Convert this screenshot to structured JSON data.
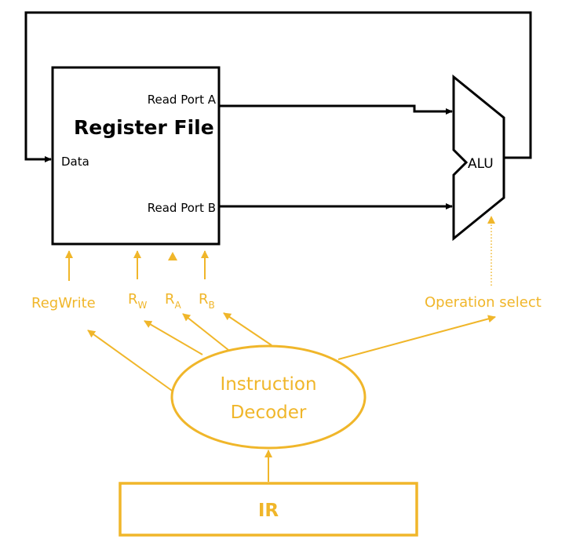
{
  "colors": {
    "black": "#000000",
    "gold": "#f0b62a"
  },
  "register_file": {
    "title": "Register File",
    "data_port": "Data",
    "read_port_a": "Read Port A",
    "read_port_b": "Read Port B"
  },
  "alu": {
    "label": "ALU"
  },
  "controls": {
    "regwrite": "RegWrite",
    "rw_main": "R",
    "rw_sub": "W",
    "ra_main": "R",
    "ra_sub": "A",
    "rb_main": "R",
    "rb_sub": "B",
    "operation_select": "Operation select"
  },
  "decoder": {
    "line1": "Instruction",
    "line2": "Decoder"
  },
  "ir": {
    "label": "IR"
  }
}
